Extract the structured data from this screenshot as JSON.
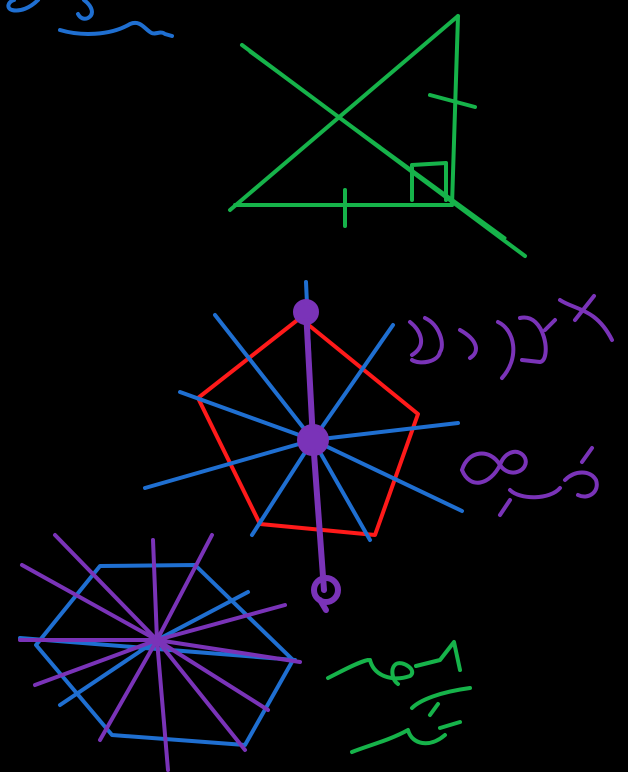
{
  "canvas": {
    "background": "#000000"
  },
  "colors": {
    "blue": "#1f6fd1",
    "green": "#16b34a",
    "red": "#ff1a1a",
    "purple": "#7a33b8"
  },
  "annotations": {
    "top_left_handwriting": "handwritten-scribble",
    "pentagon_label_line1": "handwritten-label-1",
    "pentagon_label_line2": "handwritten-label-2",
    "hexagon_label_line1": "handwritten-label-3",
    "hexagon_label_line2": "handwritten-label-4"
  },
  "drawings": {
    "triangle": {
      "name": "right-triangle-with-axis",
      "color": "green"
    },
    "pentagon": {
      "name": "pentagon-with-symmetry-lines",
      "color": "red",
      "center_line_color": "purple",
      "rays_color": "blue"
    },
    "hexagon": {
      "name": "hexagon-with-symmetry-lines",
      "color": "blue",
      "rays_color": "purple"
    }
  }
}
